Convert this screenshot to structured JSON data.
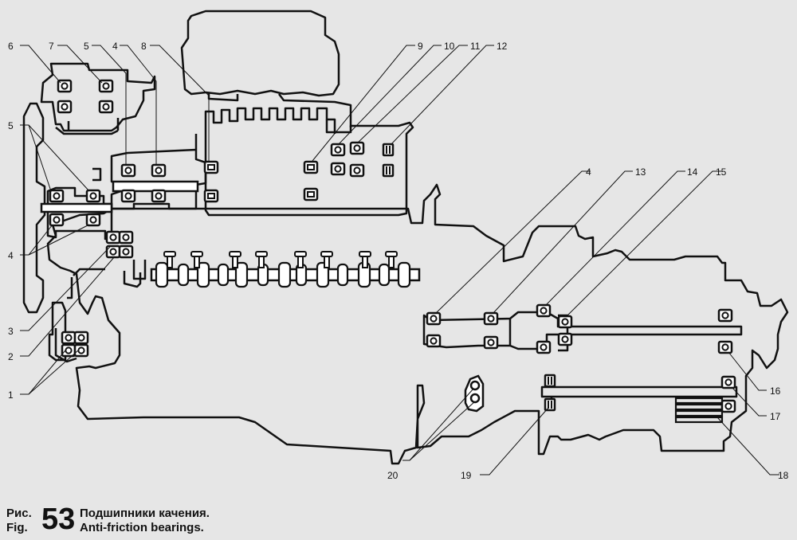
{
  "figure": {
    "callouts": [
      "1",
      "2",
      "3",
      "4",
      "5",
      "6",
      "7",
      "8",
      "9",
      "10",
      "11",
      "12",
      "13",
      "14",
      "15",
      "16",
      "17",
      "18",
      "19",
      "20"
    ]
  },
  "caption": {
    "prefix_ru": "Рис.",
    "prefix_en": "Fig.",
    "number": "53",
    "title_ru": "Подшипники качения.",
    "title_en": "Anti-friction bearings."
  }
}
